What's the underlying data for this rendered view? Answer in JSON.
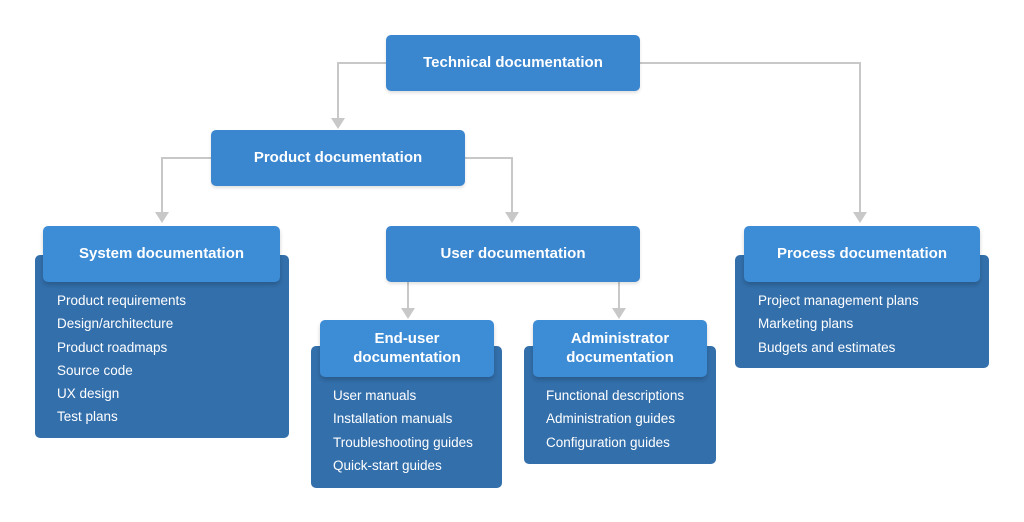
{
  "colors": {
    "node": "#3a86cf",
    "header": "#3d8cd6",
    "panel": "#336fab",
    "connector": "#c8c8c8",
    "text": "#ffffff"
  },
  "root": {
    "label": "Technical documentation"
  },
  "product": {
    "label": "Product documentation"
  },
  "user": {
    "label": "User documentation"
  },
  "system": {
    "title": "System documentation",
    "items": [
      "Product requirements",
      "Design/architecture",
      "Product roadmaps",
      "Source code",
      "UX design",
      "Test plans"
    ]
  },
  "end_user": {
    "title_lines": [
      "End-user",
      "documentation"
    ],
    "items": [
      "User manuals",
      "Installation manuals",
      "Troubleshooting guides",
      "Quick-start guides"
    ]
  },
  "administrator": {
    "title_lines": [
      "Administrator",
      "documentation"
    ],
    "items": [
      "Functional descriptions",
      "Administration guides",
      "Configuration guides"
    ]
  },
  "process": {
    "title": "Process documentation",
    "items": [
      "Project management plans",
      "Marketing plans",
      "Budgets and estimates"
    ]
  }
}
